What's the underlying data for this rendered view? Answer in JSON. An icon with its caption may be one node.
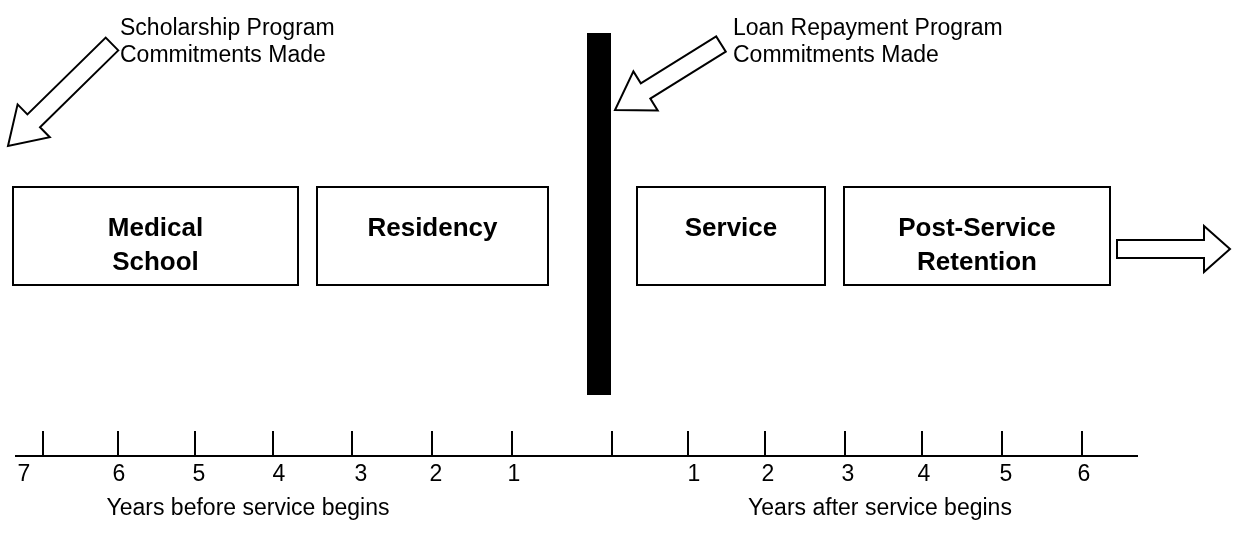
{
  "diagram": {
    "nodes": [
      {
        "text": [
          "Scholarship Program Commitments Made"
        ]
      },
      {
        "text": [
          "Loan Repayment Program Commitments Made"
        ]
      },
      {
        "text": [
          "Medical School"
        ]
      },
      {
        "text": [
          "Residency"
        ]
      },
      {
        "text": [
          "Service"
        ]
      },
      {
        "text": [
          "Post-Service Retention"
        ]
      },
      {
        "text": [],
        "shape": "bar"
      }
    ],
    "edges": [
      {
        "from": 0,
        "to": null,
        "arrow": "to"
      },
      {
        "from": 1,
        "to": null,
        "arrow": "to"
      },
      {
        "from": 5,
        "to": null,
        "arrow": "to"
      }
    ],
    "labels": [
      "7",
      "6",
      "5",
      "4",
      "3",
      "2",
      "1",
      "1",
      "2",
      "3",
      "4",
      "5",
      "6",
      "Years before service begins",
      "Years after service begins"
    ]
  }
}
